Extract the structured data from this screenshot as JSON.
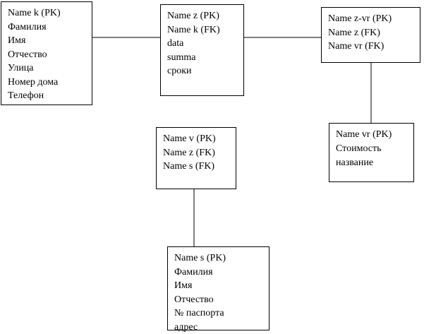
{
  "diagram": {
    "entities": {
      "clients": {
        "fields": [
          "Name k (PK)",
          "Фамилия",
          "Имя",
          "Отчество",
          "Улица",
          "Номер дома",
          "Телефон"
        ]
      },
      "orders": {
        "fields": [
          "Name z (PK)",
          "Name k (FK)",
          "data",
          "summa",
          "сроки"
        ]
      },
      "order_works": {
        "fields": [
          "Name z-vr (PK)",
          "Name z (FK)",
          "Name vr (FK)"
        ]
      },
      "works": {
        "fields": [
          "Name vr (PK)",
          "Стоимость",
          "название"
        ]
      },
      "vehicles": {
        "fields": [
          "Name v (PK)",
          "Name z (FK)",
          "Name s (FK)"
        ]
      },
      "staff": {
        "fields": [
          "Name s (PK)",
          "Фамилия",
          "Имя",
          "Отчество",
          "№ паспорта",
          "адрес"
        ]
      }
    },
    "relationships": [
      {
        "from": "clients",
        "to": "orders"
      },
      {
        "from": "orders",
        "to": "order_works"
      },
      {
        "from": "order_works",
        "to": "works"
      },
      {
        "from": "vehicles",
        "to": "staff"
      }
    ],
    "colors": {
      "background": "#ffffff",
      "line": "#000000",
      "text": "#000000"
    }
  }
}
